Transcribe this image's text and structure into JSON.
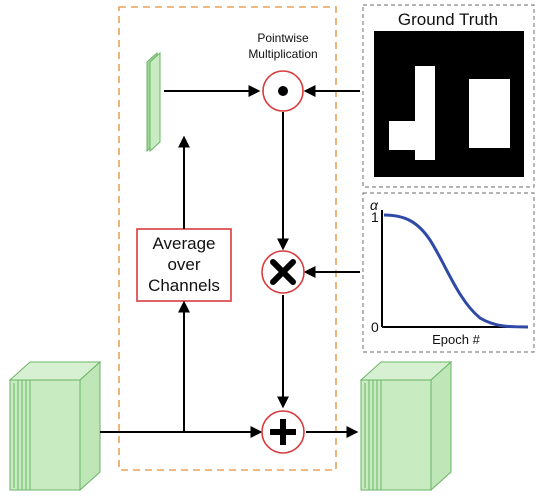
{
  "labels": {
    "pointwise_line1": "Pointwise",
    "pointwise_line2": "Multiplication",
    "ground_truth": "Ground Truth",
    "average_line1": "Average",
    "average_line2": "over",
    "average_line3": "Channels",
    "alpha_symbol": "α",
    "y_tick_top": "1",
    "y_tick_bottom": "0",
    "epoch_label": "Epoch #"
  },
  "colors": {
    "dashed_box": "#e8a25a",
    "feature_fill": "#c9ebc1",
    "feature_stroke": "#69b565",
    "operator_ring": "#d83b3b",
    "curve": "#2f49a6",
    "average_box": "#d83b3b",
    "ground_truth_bg": "#000000",
    "ground_truth_fg": "#ffffff"
  },
  "operators": {
    "multiply_dot": "dot",
    "multiply_cross": "cross",
    "add": "plus"
  },
  "curve": {
    "shape": "decaying sigmoid from alpha = 1 to alpha = 0 over epochs"
  }
}
